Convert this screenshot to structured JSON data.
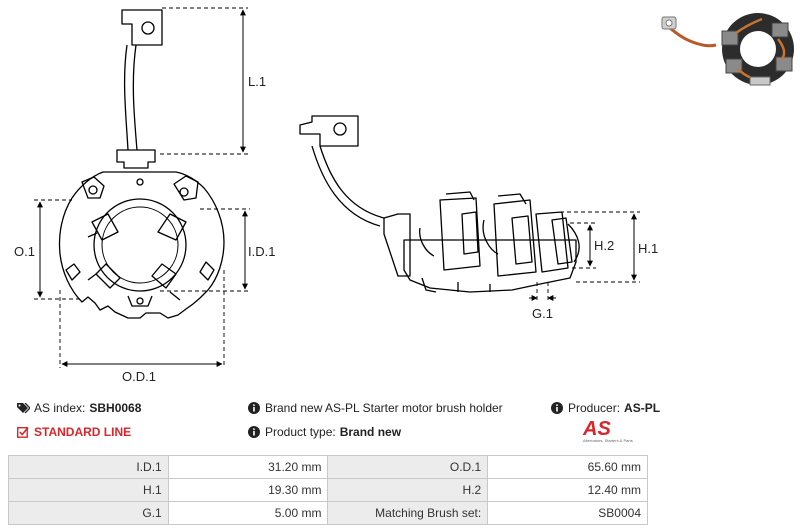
{
  "dimensions": {
    "L1": "L.1",
    "O1": "O.1",
    "ID1": "I.D.1",
    "OD1": "O.D.1",
    "H1": "H.1",
    "H2": "H.2",
    "G1": "G.1"
  },
  "info": {
    "as_index_label": "AS index:",
    "as_index_value": "SBH0068",
    "standard_line": "STANDARD LINE",
    "description": "Brand new AS-PL Starter motor brush holder",
    "product_type_label": "Product type:",
    "product_type_value": "Brand new",
    "producer_label": "Producer:",
    "producer_value": "AS-PL"
  },
  "logo": {
    "mark": "AS",
    "tagline": "Alternators, Starters & Parts"
  },
  "specs": [
    [
      {
        "label": "I.D.1",
        "value": "31.20 mm"
      },
      {
        "label": "O.D.1",
        "value": "65.60 mm"
      }
    ],
    [
      {
        "label": "H.1",
        "value": "19.30 mm"
      },
      {
        "label": "H.2",
        "value": "12.40 mm"
      }
    ],
    [
      {
        "label": "G.1",
        "value": "5.00 mm"
      },
      {
        "label": "Matching Brush set:",
        "value": "SB0004"
      }
    ]
  ],
  "colors": {
    "accent": "#d9262b",
    "label_bg": "#ececec",
    "border": "#c8c8c8"
  },
  "icons": [
    "tag-icon",
    "checkbox-icon",
    "info-icon"
  ]
}
